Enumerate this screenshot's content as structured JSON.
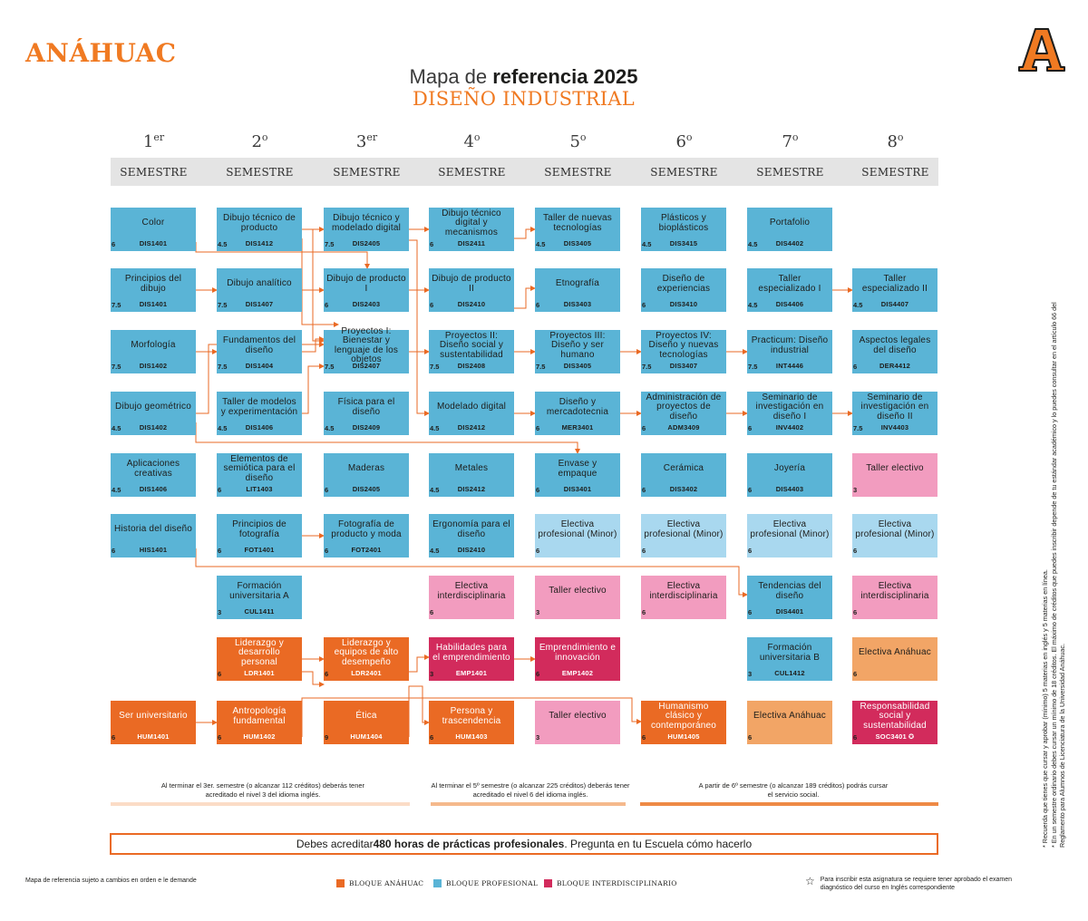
{
  "header": {
    "logo_text": "ANÁHUAC",
    "emblem_letter": "A",
    "title_prefix": "Mapa de ",
    "title_bold": "referencia 2025",
    "subtitle": "DISEÑO INDUSTRIAL"
  },
  "semesters": [
    {
      "num": "1",
      "sup": "er",
      "label": "SEMESTRE"
    },
    {
      "num": "2",
      "sup": "o",
      "label": "SEMESTRE"
    },
    {
      "num": "3",
      "sup": "er",
      "label": "SEMESTRE"
    },
    {
      "num": "4",
      "sup": "o",
      "label": "SEMESTRE"
    },
    {
      "num": "5",
      "sup": "o",
      "label": "SEMESTRE"
    },
    {
      "num": "6",
      "sup": "o",
      "label": "SEMESTRE"
    },
    {
      "num": "7",
      "sup": "o",
      "label": "SEMESTRE"
    },
    {
      "num": "8",
      "sup": "o",
      "label": "SEMESTRE"
    }
  ],
  "courses": [
    {
      "sem": 1,
      "row": 1,
      "name": "Color",
      "code": "DIS1401",
      "credits": "6",
      "color": "blue"
    },
    {
      "sem": 1,
      "row": 2,
      "name": "Principios del dibujo",
      "code": "DIS1401",
      "credits": "7.5",
      "color": "blue"
    },
    {
      "sem": 1,
      "row": 3,
      "name": "Morfología",
      "code": "DIS1402",
      "credits": "7.5",
      "color": "blue"
    },
    {
      "sem": 1,
      "row": 4,
      "name": "Dibujo geométrico",
      "code": "DIS1402",
      "credits": "4.5",
      "color": "blue"
    },
    {
      "sem": 1,
      "row": 5,
      "name": "Aplicaciones creativas",
      "code": "DIS1406",
      "credits": "4.5",
      "color": "blue"
    },
    {
      "sem": 1,
      "row": 6,
      "name": "Historia del diseño",
      "code": "HIS1401",
      "credits": "6",
      "color": "blue"
    },
    {
      "sem": 1,
      "row": 8,
      "name": "Ser universitario",
      "code": "HUM1401",
      "credits": "6",
      "color": "orange"
    },
    {
      "sem": 2,
      "row": 1,
      "name": "Dibujo técnico de producto",
      "code": "DIS1412",
      "credits": "4.5",
      "color": "blue"
    },
    {
      "sem": 2,
      "row": 2,
      "name": "Dibujo analítico",
      "code": "DIS1407",
      "credits": "7.5",
      "color": "blue"
    },
    {
      "sem": 2,
      "row": 3,
      "name": "Fundamentos del diseño",
      "code": "DIS1404",
      "credits": "7.5",
      "color": "blue"
    },
    {
      "sem": 2,
      "row": 4,
      "name": "Taller de modelos y experimentación",
      "code": "DIS1406",
      "credits": "4.5",
      "color": "blue"
    },
    {
      "sem": 2,
      "row": 5,
      "name": "Elementos de semiótica para el diseño",
      "code": "LIT1403",
      "credits": "6",
      "color": "blue"
    },
    {
      "sem": 2,
      "row": 6,
      "name": "Principios de fotografía",
      "code": "FOT1401",
      "credits": "6",
      "color": "blue"
    },
    {
      "sem": 2,
      "row": 7,
      "name": "Formación universitaria A",
      "code": "CUL1411",
      "credits": "3",
      "color": "blue"
    },
    {
      "sem": 2,
      "row": 7.5,
      "name": "Liderazgo y desarrollo personal",
      "code": "LDR1401",
      "credits": "6",
      "color": "orange"
    },
    {
      "sem": 2,
      "row": 8,
      "name": "Antropología fundamental",
      "code": "HUM1402",
      "credits": "6",
      "color": "orange"
    },
    {
      "sem": 3,
      "row": 1,
      "name": "Dibujo técnico y modelado digital",
      "code": "DIS2405",
      "credits": "7.5",
      "color": "blue"
    },
    {
      "sem": 3,
      "row": 2,
      "name": "Dibujo de producto I",
      "code": "DIS2403",
      "credits": "6",
      "color": "blue"
    },
    {
      "sem": 3,
      "row": 3,
      "name": "Proyectos I: Bienestar y lenguaje de los objetos",
      "code": "DIS2407",
      "credits": "7.5",
      "color": "blue"
    },
    {
      "sem": 3,
      "row": 4,
      "name": "Física para el diseño",
      "code": "DIS2409",
      "credits": "4.5",
      "color": "blue"
    },
    {
      "sem": 3,
      "row": 5,
      "name": "Maderas",
      "code": "DIS2405",
      "credits": "6",
      "color": "blue"
    },
    {
      "sem": 3,
      "row": 6,
      "name": "Fotografía de producto y moda",
      "code": "FOT2401",
      "credits": "6",
      "color": "blue"
    },
    {
      "sem": 3,
      "row": 7.5,
      "name": "Liderazgo y equipos de alto desempeño",
      "code": "LDR2401",
      "credits": "6",
      "color": "orange"
    },
    {
      "sem": 3,
      "row": 8,
      "name": "Ética",
      "code": "HUM1404",
      "credits": "9",
      "color": "orange"
    },
    {
      "sem": 4,
      "row": 1,
      "name": "Dibujo técnico digital y mecanismos",
      "code": "DIS2411",
      "credits": "6",
      "color": "blue"
    },
    {
      "sem": 4,
      "row": 2,
      "name": "Dibujo de producto II",
      "code": "DIS2410",
      "credits": "6",
      "color": "blue"
    },
    {
      "sem": 4,
      "row": 3,
      "name": "Proyectos II: Diseño social y sustentabilidad",
      "code": "DIS2408",
      "credits": "7.5",
      "color": "blue"
    },
    {
      "sem": 4,
      "row": 4,
      "name": "Modelado digital",
      "code": "DIS2412",
      "credits": "4.5",
      "color": "blue"
    },
    {
      "sem": 4,
      "row": 5,
      "name": "Metales",
      "code": "DIS2412",
      "credits": "4.5",
      "color": "blue"
    },
    {
      "sem": 4,
      "row": 6,
      "name": "Ergonomía para el diseño",
      "code": "DIS2410",
      "credits": "4.5",
      "color": "blue"
    },
    {
      "sem": 4,
      "row": 7,
      "name": "Electiva interdisciplinaria",
      "code": "",
      "credits": "6",
      "color": "pink"
    },
    {
      "sem": 4,
      "row": 7.5,
      "name": "Habilidades para el emprendimiento",
      "code": "EMP1401",
      "credits": "3",
      "color": "magenta"
    },
    {
      "sem": 4,
      "row": 8,
      "name": "Persona y trascendencia",
      "code": "HUM1403",
      "credits": "6",
      "color": "orange"
    },
    {
      "sem": 5,
      "row": 1,
      "name": "Taller de nuevas tecnologías",
      "code": "DIS3405",
      "credits": "4.5",
      "color": "blue"
    },
    {
      "sem": 5,
      "row": 2,
      "name": "Etnografía",
      "code": "DIS3403",
      "credits": "6",
      "color": "blue"
    },
    {
      "sem": 5,
      "row": 3,
      "name": "Proyectos III: Diseño y ser humano",
      "code": "DIS3405",
      "credits": "7.5",
      "color": "blue"
    },
    {
      "sem": 5,
      "row": 4,
      "name": "Diseño y mercadotecnia",
      "code": "MER3401",
      "credits": "6",
      "color": "blue"
    },
    {
      "sem": 5,
      "row": 5,
      "name": "Envase y empaque",
      "code": "DIS3401",
      "credits": "6",
      "color": "blue"
    },
    {
      "sem": 5,
      "row": 6,
      "name": "Electiva profesional (Minor)",
      "code": "",
      "credits": "6",
      "color": "lblue"
    },
    {
      "sem": 5,
      "row": 7,
      "name": "Taller electivo",
      "code": "",
      "credits": "3",
      "color": "pink"
    },
    {
      "sem": 5,
      "row": 7.5,
      "name": "Emprendimiento e innovación",
      "code": "EMP1402",
      "credits": "6",
      "color": "magenta"
    },
    {
      "sem": 5,
      "row": 8,
      "name": "Taller electivo",
      "code": "",
      "credits": "3",
      "color": "pink"
    },
    {
      "sem": 6,
      "row": 1,
      "name": "Plásticos y bioplásticos",
      "code": "DIS3415",
      "credits": "4.5",
      "color": "blue"
    },
    {
      "sem": 6,
      "row": 2,
      "name": "Diseño de experiencias",
      "code": "DIS3410",
      "credits": "6",
      "color": "blue"
    },
    {
      "sem": 6,
      "row": 3,
      "name": "Proyectos IV: Diseño y nuevas tecnologías",
      "code": "DIS3407",
      "credits": "7.5",
      "color": "blue"
    },
    {
      "sem": 6,
      "row": 4,
      "name": "Administración de proyectos de diseño",
      "code": "ADM3409",
      "credits": "6",
      "color": "blue"
    },
    {
      "sem": 6,
      "row": 5,
      "name": "Cerámica",
      "code": "DIS3402",
      "credits": "6",
      "color": "blue"
    },
    {
      "sem": 6,
      "row": 6,
      "name": "Electiva profesional (Minor)",
      "code": "",
      "credits": "6",
      "color": "lblue"
    },
    {
      "sem": 6,
      "row": 7,
      "name": "Electiva interdisciplinaria",
      "code": "",
      "credits": "6",
      "color": "pink"
    },
    {
      "sem": 6,
      "row": 8,
      "name": "Humanismo clásico y contemporáneo",
      "code": "HUM1405",
      "credits": "6",
      "color": "orange"
    },
    {
      "sem": 7,
      "row": 1,
      "name": "Portafolio",
      "code": "DIS4402",
      "credits": "4.5",
      "color": "blue"
    },
    {
      "sem": 7,
      "row": 2,
      "name": "Taller especializado I",
      "code": "DIS4406",
      "credits": "4.5",
      "color": "blue"
    },
    {
      "sem": 7,
      "row": 3,
      "name": "Practicum: Diseño industrial",
      "code": "INT4446",
      "credits": "7.5",
      "color": "blue"
    },
    {
      "sem": 7,
      "row": 4,
      "name": "Seminario de investigación en diseño I",
      "code": "INV4402",
      "credits": "6",
      "color": "blue"
    },
    {
      "sem": 7,
      "row": 5,
      "name": "Joyería",
      "code": "DIS4403",
      "credits": "6",
      "color": "blue"
    },
    {
      "sem": 7,
      "row": 6,
      "name": "Electiva profesional (Minor)",
      "code": "",
      "credits": "6",
      "color": "lblue"
    },
    {
      "sem": 7,
      "row": 7,
      "name": "Tendencias del diseño",
      "code": "DIS4401",
      "credits": "6",
      "color": "blue"
    },
    {
      "sem": 7,
      "row": 7.5,
      "name": "Formación universitaria B",
      "code": "CUL1412",
      "credits": "3",
      "color": "blue"
    },
    {
      "sem": 7,
      "row": 8,
      "name": "Electiva Anáhuac",
      "code": "",
      "credits": "6",
      "color": "lorange"
    },
    {
      "sem": 8,
      "row": 2,
      "name": "Taller especializado II",
      "code": "DIS4407",
      "credits": "4.5",
      "color": "blue"
    },
    {
      "sem": 8,
      "row": 3,
      "name": "Aspectos legales del diseño",
      "code": "DER4412",
      "credits": "6",
      "color": "blue"
    },
    {
      "sem": 8,
      "row": 4,
      "name": "Seminario de investigación en diseño II",
      "code": "INV4403",
      "credits": "7.5",
      "color": "blue"
    },
    {
      "sem": 8,
      "row": 5,
      "name": "Taller electivo",
      "code": "",
      "credits": "3",
      "color": "pink"
    },
    {
      "sem": 8,
      "row": 6,
      "name": "Electiva profesional (Minor)",
      "code": "",
      "credits": "6",
      "color": "lblue"
    },
    {
      "sem": 8,
      "row": 7,
      "name": "Electiva interdisciplinaria",
      "code": "",
      "credits": "6",
      "color": "pink"
    },
    {
      "sem": 8,
      "row": 7.5,
      "name": "Electiva Anáhuac",
      "code": "",
      "credits": "6",
      "color": "lorange"
    },
    {
      "sem": 8,
      "row": 8,
      "name": "Responsabilidad social y sustentabilidad",
      "code": "SOC3401",
      "credits": "6",
      "color": "magenta",
      "star": "✪"
    }
  ],
  "notes": {
    "note1": "Al terminar el 3er. semestre (o alcanzar 112 créditos) deberás tener acreditado el nivel 3 del idioma inglés.",
    "note2": "Al terminar el 5º semestre (o alcanzar 225 créditos) deberás tener acreditado el nivel 6 del idioma inglés.",
    "note3": "A partir de 6º semestre (o alcanzar 189 créditos) podrás cursar el servicio social."
  },
  "practice": {
    "prefix": "Debes acreditar ",
    "bold": "480 horas de prácticas profesionales",
    "suffix": ". Pregunta en tu Escuela cómo hacerlo"
  },
  "footer": {
    "left_note": "Mapa de referencia sujeto a cambios en orden e le demande",
    "legend": [
      {
        "label": "BLOQUE ANÁHUAC",
        "color": "#ea6a24"
      },
      {
        "label": "BLOQUE PROFESIONAL",
        "color": "#5ab4d6"
      },
      {
        "label": "BLOQUE INTERDISCIPLINARIO",
        "color": "#d22b5c"
      }
    ],
    "star_symbol": "☆",
    "star_note": "Para inscribir esta asignatura se requiere tener aprobado el examen diagnóstico del curso en Inglés correspondiente"
  },
  "side_note": {
    "line1": "* Recuerda que tienes que cursar y aprobar (mínimo) 5 materias en inglés y 5 materias en línea.",
    "line2": "* En un semestre ordinario debes cursar un mínimo de 18 créditos. El máximo de créditos que puedes inscribir depende de tu estándar académico y lo puedes consultar en el artículo 66 del",
    "line3": "Reglamento para Alumnos de Licenciatura de la Universidad Anáhuac."
  },
  "colors": {
    "orange": "#ea6a24",
    "blue": "#5ab4d6",
    "light_blue": "#a9d8ef",
    "magenta": "#d22b5c",
    "pink": "#f29cbf",
    "light_orange": "#f2a566",
    "connector": "#ea6a24"
  }
}
